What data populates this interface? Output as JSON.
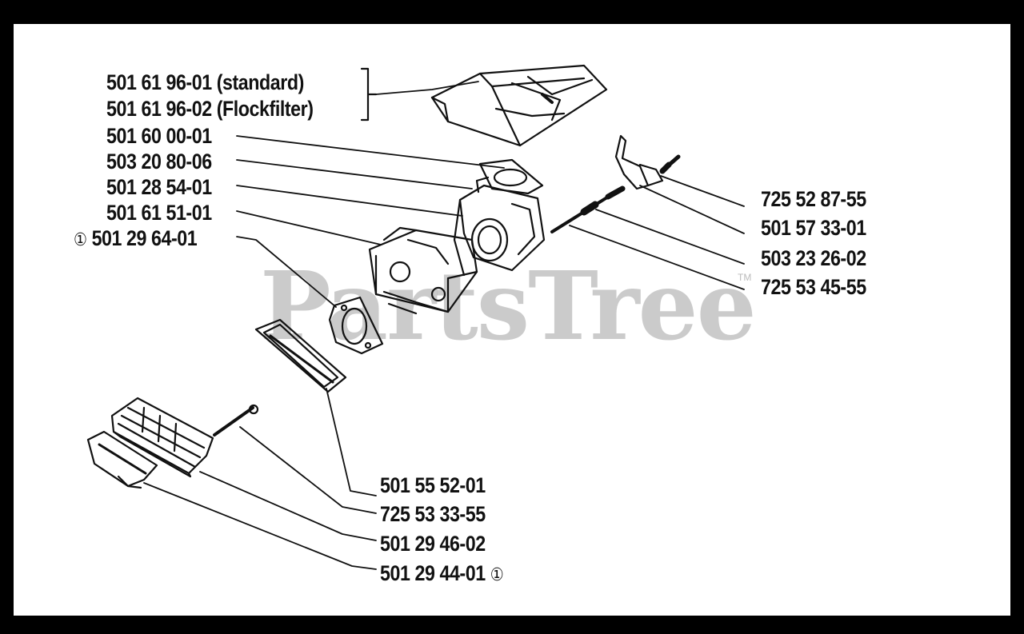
{
  "watermark": {
    "brand": "PartsTree",
    "trademark": "TM"
  },
  "note_mark": "①",
  "labels": {
    "p501619601": "501 61 96-01 (standard)",
    "p501619602": "501 61 96-02 (Flockfilter)",
    "p501600001": "501 60 00-01",
    "p503208006": "503 20 80-06",
    "p501285401": "501 28 54-01",
    "p501615101": "501 61 51-01",
    "p501296401": "501 29 64-01",
    "p725528755": "725 52 87-55",
    "p501573301": "501 57 33-01",
    "p503232602": "503 23 26-02",
    "p725534555": "725 53 45-55",
    "p501555201": "501 55 52-01",
    "p725533355": "725 53 33-55",
    "p501294602": "501 29 46-02",
    "p501294401": "501 29 44-01"
  }
}
